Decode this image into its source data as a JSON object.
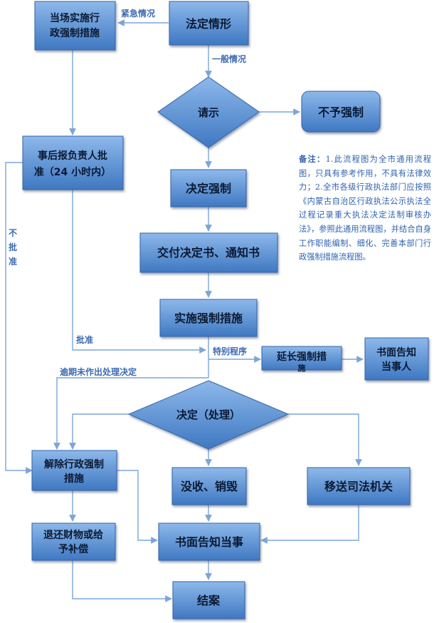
{
  "nodes": {
    "statutory": "法定情形",
    "emergency_measure": [
      "当场实施行",
      "政强制措施"
    ],
    "approve_req": "请示",
    "no_enforce": "不予强制",
    "report": [
      "事后报负责人批",
      "准（24 小时内）"
    ],
    "decide": "决定强制",
    "deliver": "交付决定书、通知书",
    "implement": "实施强制措施",
    "extend": [
      "延长强制措",
      "施"
    ],
    "notify_party_1": [
      "书面告知",
      "当事人"
    ],
    "decision": "决定（处理）",
    "release": [
      "解除行政强制",
      "措施"
    ],
    "confiscate": "没收、销毁",
    "transfer": "移送司法机关",
    "refund": [
      "退还财物或给",
      "予补偿"
    ],
    "notify_party_2": "书面告知当事",
    "close": "结案"
  },
  "labels": {
    "emergency": "紧急情况",
    "general": "一般情况",
    "not_approved": [
      "不",
      "批",
      "准"
    ],
    "approved": "批准",
    "special": "特别程序",
    "overdue": "逾期未作出处理决定"
  },
  "note": {
    "title": "备注：",
    "body": "1.此流程图为全市通用流程图，只具有参考作用，不具有法律效力；2.全市各级行政执法部门应按照《内蒙古自治区行政执法公示执法全过程记录重大执法决定法制审核办法》，参照此通用流程图，并结合自身工作职能编制、细化、完善本部门行政强制措施流程图。"
  },
  "colors": {
    "box_top": "#8db8ea",
    "box_bottom": "#3f78c2",
    "box_border": "#3465a4",
    "line": "#7ba5d8",
    "label": "#3d6bb3"
  }
}
